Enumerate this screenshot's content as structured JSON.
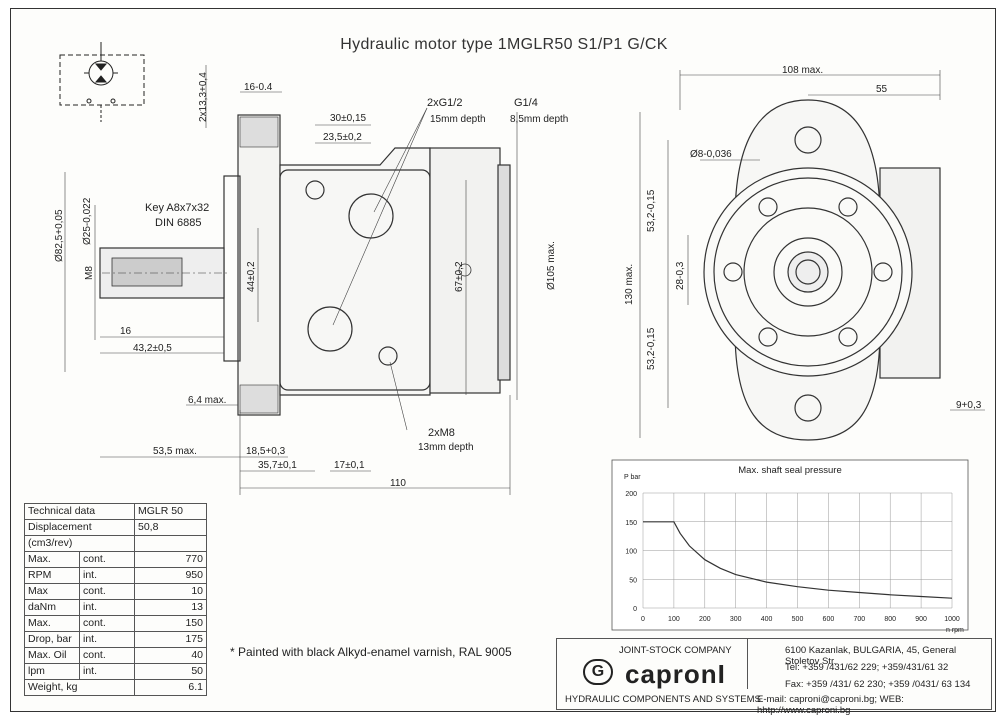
{
  "title": "Hydraulic motor type 1MGLR50 S1/P1 G/CK",
  "side_view": {
    "dims": {
      "d_flange_thick": "16-0.4",
      "d_pilot_len": "2x13,3+0,4",
      "d_port_spacing": "30±0,15",
      "d_port_offset": "23,5±0,2",
      "port_main": "2xG1/2",
      "port_main_depth": "15mm depth",
      "port_drain": "G1/4",
      "port_drain_depth": "8,5mm depth",
      "key": "Key A8x7x32",
      "key_std": "DIN 6885",
      "d_pilot": "Ø82,5+0,05",
      "d_shaft": "Ø25-0,022",
      "thread": "M8",
      "d_16": "16",
      "d_43": "43,2±0,5",
      "d_44": "44±0,2",
      "d_67": "67±0,2",
      "d_105": "Ø105 max.",
      "d_64": "6,4 max.",
      "d_535": "53,5 max.",
      "d_185": "18,5+0,3",
      "d_357": "35,7±0,1",
      "d_17": "17±0,1",
      "d_110": "110",
      "mount_holes": "2xM8",
      "mount_depth": "13mm depth"
    }
  },
  "front_view": {
    "dims": {
      "d_108": "108 max.",
      "d_55": "55",
      "d_hole": "Ø8-0,036",
      "d_532a": "53,2-0,15",
      "d_532b": "53,2-0,15",
      "d_28": "28-0,3",
      "d_130": "130 max.",
      "d_9": "9+0,3"
    }
  },
  "chart_data": {
    "type": "line",
    "title": "Max. shaft seal pressure",
    "ylabel": "P bar",
    "xlabel": "n rpm",
    "xlim": [
      0,
      1000
    ],
    "ylim": [
      0,
      200
    ],
    "grid": true,
    "x_ticks": [
      "0",
      "100",
      "200",
      "300",
      "400",
      "500",
      "600",
      "700",
      "800",
      "900",
      "1000"
    ],
    "y_ticks": [
      "0",
      "50",
      "100",
      "150",
      "200"
    ],
    "series": [
      {
        "x": [
          0,
          100,
          120,
          150,
          200,
          250,
          300,
          400,
          500,
          600,
          700,
          800,
          900,
          1000
        ],
        "y": [
          150,
          150,
          130,
          108,
          84,
          69,
          58,
          45,
          37,
          31,
          27,
          23,
          20,
          17
        ]
      }
    ]
  },
  "tech_table": {
    "header": [
      "Technical data",
      "MGLR 50"
    ],
    "rows": [
      {
        "a": "Displacement",
        "b": "",
        "v": "50,8"
      },
      {
        "a": "(cm3/rev)",
        "b": "",
        "v": ""
      },
      {
        "a": "Max.",
        "b": "cont.",
        "v": "770"
      },
      {
        "a": "RPM",
        "b": "int.",
        "v": "950"
      },
      {
        "a": "Max",
        "b": "cont.",
        "v": "10"
      },
      {
        "a": "daNm",
        "b": "int.",
        "v": "13"
      },
      {
        "a": "Max.",
        "b": "cont.",
        "v": "150"
      },
      {
        "a": "Drop, bar",
        "b": "int.",
        "v": "175"
      },
      {
        "a": "Max. Oil",
        "b": "cont.",
        "v": "40"
      },
      {
        "a": "lpm",
        "b": "int.",
        "v": "50"
      },
      {
        "a": "Weight, kg",
        "b": "",
        "v": "6.1"
      }
    ]
  },
  "note": "* Painted with black Alkyd-enamel varnish, RAL 9005",
  "company": {
    "type": "JOINT-STOCK COMPANY",
    "name": "capronI",
    "logo_letter": "G",
    "tagline": "HYDRAULIC COMPONENTS AND SYSTEMS",
    "address": "6100 Kazanlak, BULGARIA, 45, General Stoletov Str.",
    "tel": "Tel: +359 /431/62 229; +359/431/61 32",
    "fax": "Fax: +359 /431/ 62 230; +359 /0431/ 63 134",
    "email": "E-mail: caproni@caproni.bg; WEB: hhtp://www.caproni.bg"
  }
}
